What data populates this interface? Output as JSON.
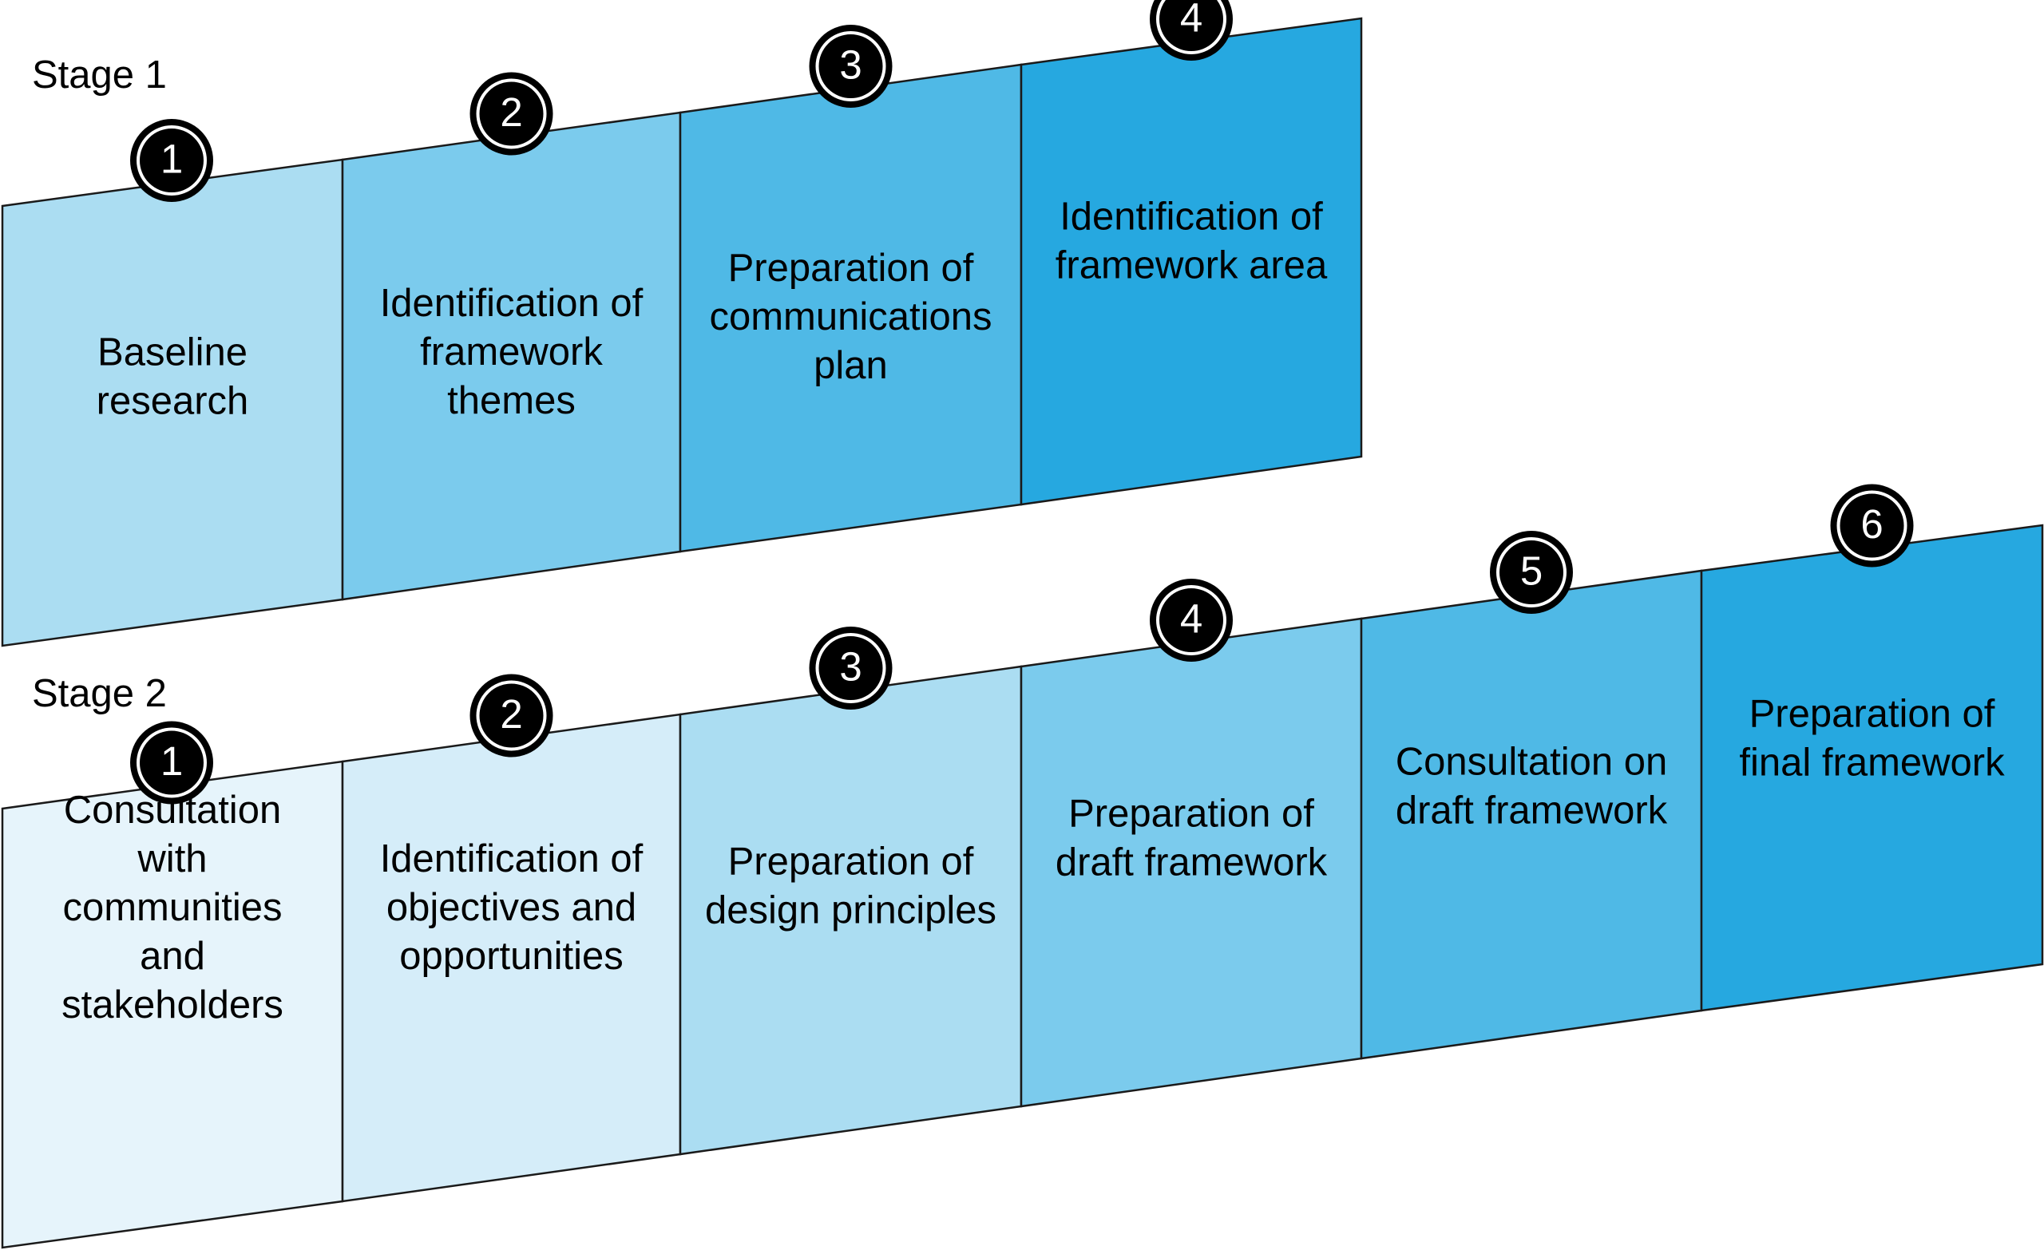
{
  "stages": [
    {
      "label": "Stage 1",
      "steps": [
        {
          "number": "1",
          "lines": [
            "Baseline",
            "research"
          ],
          "color": "#ABDDF2"
        },
        {
          "number": "2",
          "lines": [
            "Identification of",
            "framework",
            "themes"
          ],
          "color": "#7BCBED"
        },
        {
          "number": "3",
          "lines": [
            "Preparation of",
            "communications",
            "plan"
          ],
          "color": "#4FB9E6"
        },
        {
          "number": "4",
          "lines": [
            "Identification of",
            "framework area"
          ],
          "color": "#26A8E0"
        }
      ]
    },
    {
      "label": "Stage 2",
      "steps": [
        {
          "number": "1",
          "lines": [
            "Consultation",
            "with",
            "communities",
            "and",
            "stakeholders"
          ],
          "color": "#E6F4FB"
        },
        {
          "number": "2",
          "lines": [
            "Identification of",
            "objectives and",
            "opportunities"
          ],
          "color": "#D5EDF9"
        },
        {
          "number": "3",
          "lines": [
            "Preparation of",
            "design principles"
          ],
          "color": "#ABDDF2"
        },
        {
          "number": "4",
          "lines": [
            "Preparation of",
            "draft framework"
          ],
          "color": "#7BCBED"
        },
        {
          "number": "5",
          "lines": [
            "Consultation on",
            "draft framework"
          ],
          "color": "#4FB9E6"
        },
        {
          "number": "6",
          "lines": [
            "Preparation of",
            "final framework"
          ],
          "color": "#26A8E0"
        }
      ]
    }
  ]
}
